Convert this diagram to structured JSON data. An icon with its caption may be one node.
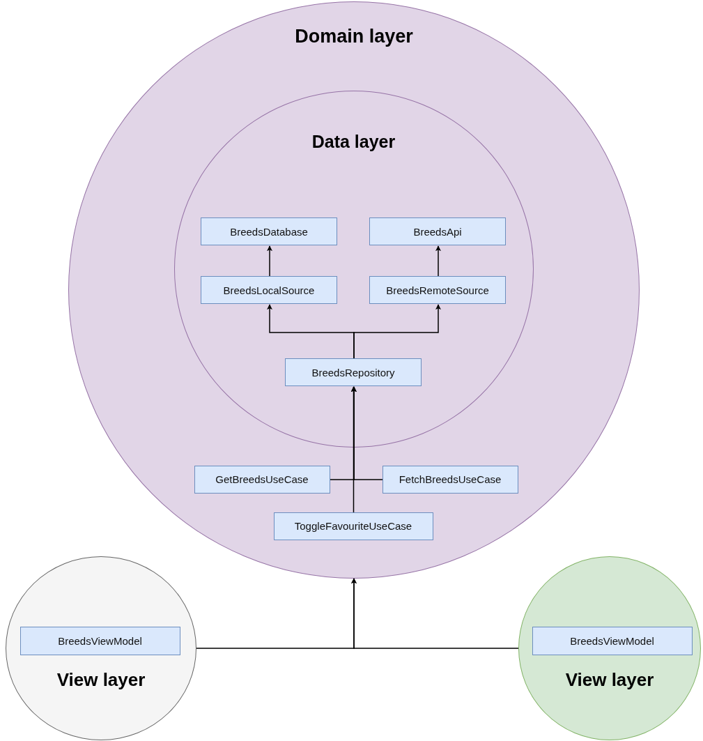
{
  "diagram": {
    "nodes": [
      {
        "text": [
          "Domain layer"
        ]
      },
      {
        "text": [
          "Data layer"
        ],
        "in": 0
      },
      {
        "text": [
          "BreedsDatabase"
        ],
        "in": 1
      },
      {
        "text": [
          "BreedsApi"
        ],
        "in": 1
      },
      {
        "text": [
          "BreedsLocalSource"
        ],
        "in": 1
      },
      {
        "text": [
          "BreedsRemoteSource"
        ],
        "in": 1
      },
      {
        "text": [
          "BreedsRepository"
        ],
        "in": 1
      },
      {
        "text": [
          "GetBreedsUseCase"
        ],
        "in": 0
      },
      {
        "text": [
          "FetchBreedsUseCase"
        ],
        "in": 0
      },
      {
        "text": [
          "ToggleFavouriteUseCase"
        ],
        "in": 0
      },
      {
        "text": [
          "View layer"
        ]
      },
      {
        "text": [
          "BreedsViewModel"
        ],
        "in": 10
      },
      {
        "text": [
          "View layer"
        ]
      },
      {
        "text": [
          "BreedsViewModel"
        ],
        "in": 12
      }
    ],
    "edges": [
      {
        "from": 4,
        "to": 2,
        "arrow": "to"
      },
      {
        "from": 5,
        "to": 3,
        "arrow": "to"
      },
      {
        "from": 6,
        "to": 4,
        "arrow": "to"
      },
      {
        "from": 6,
        "to": 5,
        "arrow": "to"
      },
      {
        "from": 7,
        "to": 6,
        "arrow": "to"
      },
      {
        "from": 8,
        "to": 6,
        "arrow": "to"
      },
      {
        "from": 9,
        "to": 6,
        "arrow": "to"
      },
      {
        "from": 10,
        "to": 0,
        "arrow": "to"
      },
      {
        "from": 12,
        "to": 0,
        "arrow": "to"
      }
    ]
  }
}
